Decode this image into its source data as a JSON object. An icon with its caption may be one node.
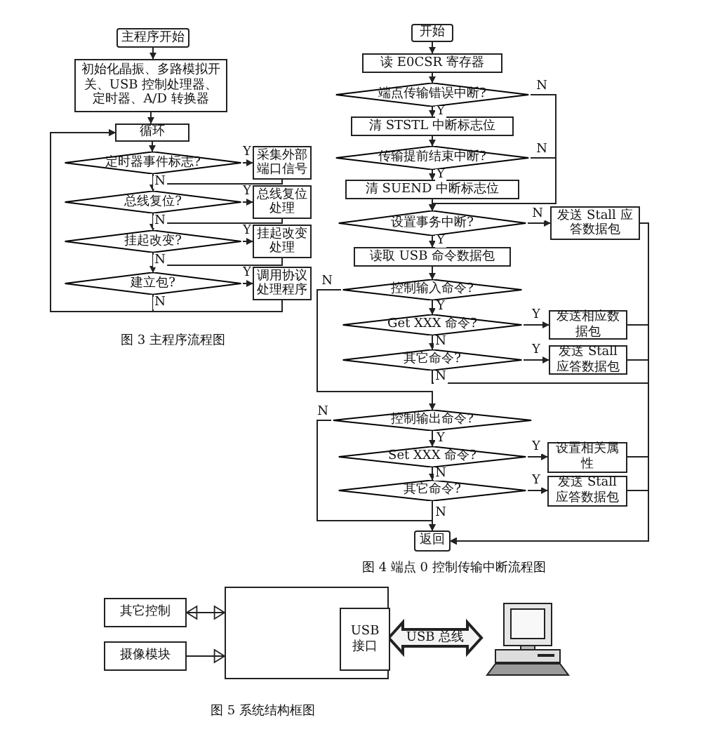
{
  "diagram": {
    "nodes": [
      {
        "text": [
          "主程序开始"
        ]
      },
      {
        "text": [
          "初始化晶振、多路模拟开关、USB 控制处理器、定时器、A/D 转换器"
        ]
      },
      {
        "text": [
          "循环"
        ]
      },
      {
        "text": [
          "定时器事件标志?"
        ]
      },
      {
        "text": [
          "采集外部端口信号"
        ]
      },
      {
        "text": [
          "总线复位?"
        ]
      },
      {
        "text": [
          "总线复位处理"
        ]
      },
      {
        "text": [
          "挂起改变?"
        ]
      },
      {
        "text": [
          "挂起改变处理"
        ]
      },
      {
        "text": [
          "建立包?"
        ]
      },
      {
        "text": [
          "调用协议处理程序"
        ]
      },
      {
        "text": [
          "开始"
        ]
      },
      {
        "text": [
          "读 E0CSR 寄存器"
        ]
      },
      {
        "text": [
          "端点传输错误中断?"
        ]
      },
      {
        "text": [
          "清 STSTL 中断标志位"
        ]
      },
      {
        "text": [
          "传输提前结束中断?"
        ]
      },
      {
        "text": [
          "清 SUEND 中断标志位"
        ]
      },
      {
        "text": [
          "设置事务中断?"
        ]
      },
      {
        "text": [
          "发送 Stall 应答数据包"
        ]
      },
      {
        "text": [
          "读取 USB 命令数据包"
        ]
      },
      {
        "text": [
          "控制输入命令?"
        ]
      },
      {
        "text": [
          "Get XXX 命令?"
        ]
      },
      {
        "text": [
          "发送相应数据包"
        ]
      },
      {
        "text": [
          "其它命令?"
        ]
      },
      {
        "text": [
          "发送 Stall 应答数据包"
        ]
      },
      {
        "text": [
          "控制输出命令?"
        ]
      },
      {
        "text": [
          "Set XXX 命令?"
        ]
      },
      {
        "text": [
          "设置相关属性"
        ]
      },
      {
        "text": [
          "其它命令?"
        ]
      },
      {
        "text": [
          "发送 Stall 应答数据包"
        ]
      },
      {
        "text": [
          "返回"
        ]
      },
      {
        "text": [
          "其它控制"
        ]
      },
      {
        "text": [],
        "shape": "box"
      },
      {
        "text": [
          "USB 接口"
        ],
        "in": 32
      },
      {
        "text": [
          "摄像模块"
        ]
      },
      {
        "text": [],
        "shape": "picture"
      }
    ],
    "edges": [
      {
        "from": 0,
        "to": 1,
        "arrow": "to"
      },
      {
        "from": 1,
        "to": 2,
        "arrow": "to"
      },
      {
        "from": 2,
        "to": 3,
        "arrow": "to"
      },
      {
        "from": 3,
        "to": 4,
        "arrow": "to",
        "label": "Y"
      },
      {
        "from": 3,
        "to": 5,
        "arrow": "to",
        "label": "N"
      },
      {
        "from": 4,
        "to": 5,
        "arrow": "to"
      },
      {
        "from": 5,
        "to": 6,
        "arrow": "to",
        "label": "Y"
      },
      {
        "from": 5,
        "to": 7,
        "arrow": "to",
        "label": "N"
      },
      {
        "from": 6,
        "to": 7,
        "arrow": "to"
      },
      {
        "from": 7,
        "to": 8,
        "arrow": "to",
        "label": "Y"
      },
      {
        "from": 7,
        "to": 9,
        "arrow": "to",
        "label": "N"
      },
      {
        "from": 8,
        "to": 9,
        "arrow": "to"
      },
      {
        "from": 9,
        "to": 10,
        "arrow": "to",
        "label": "Y"
      },
      {
        "from": 9,
        "to": 2,
        "arrow": "to",
        "label": "N"
      },
      {
        "from": 10,
        "to": 2,
        "arrow": "to"
      },
      {
        "from": 11,
        "to": 12,
        "arrow": "to"
      },
      {
        "from": 12,
        "to": 13,
        "arrow": "to"
      },
      {
        "from": 13,
        "to": 14,
        "arrow": "to",
        "label": "Y"
      },
      {
        "from": 13,
        "to": 17,
        "arrow": "to",
        "label": "N"
      },
      {
        "from": 14,
        "to": 15,
        "arrow": "to"
      },
      {
        "from": 15,
        "to": 16,
        "arrow": "to",
        "label": "Y"
      },
      {
        "from": 15,
        "to": 17,
        "arrow": "to",
        "label": "N"
      },
      {
        "from": 16,
        "to": 17,
        "arrow": "to"
      },
      {
        "from": 17,
        "to": 18,
        "arrow": "to",
        "label": "N"
      },
      {
        "from": 17,
        "to": 19,
        "arrow": "to",
        "label": "Y"
      },
      {
        "from": 18,
        "to": 30,
        "arrow": "to"
      },
      {
        "from": 19,
        "to": 20,
        "arrow": "to"
      },
      {
        "from": 20,
        "to": 21,
        "arrow": "to",
        "label": "Y"
      },
      {
        "from": 20,
        "to": 25,
        "arrow": "to",
        "label": "N"
      },
      {
        "from": 21,
        "to": 22,
        "arrow": "to",
        "label": "Y"
      },
      {
        "from": 21,
        "to": 23,
        "arrow": "to",
        "label": "N"
      },
      {
        "from": 22,
        "to": 30,
        "arrow": "to"
      },
      {
        "from": 23,
        "to": 24,
        "arrow": "to",
        "label": "Y"
      },
      {
        "from": 23,
        "to": 30,
        "arrow": "to",
        "label": "N"
      },
      {
        "from": 24,
        "to": 30,
        "arrow": "to"
      },
      {
        "from": 25,
        "to": 26,
        "arrow": "to",
        "label": "Y"
      },
      {
        "from": 25,
        "to": 30,
        "arrow": "to",
        "label": "N"
      },
      {
        "from": 26,
        "to": 27,
        "arrow": "to",
        "label": "Y"
      },
      {
        "from": 26,
        "to": 28,
        "arrow": "to",
        "label": "N"
      },
      {
        "from": 27,
        "to": 30,
        "arrow": "to"
      },
      {
        "from": 28,
        "to": 29,
        "arrow": "to",
        "label": "Y"
      },
      {
        "from": 28,
        "to": 30,
        "arrow": "to",
        "label": "N"
      },
      {
        "from": 29,
        "to": 30,
        "arrow": "to"
      },
      {
        "from": 31,
        "to": 32,
        "arrow": "both"
      },
      {
        "from": 34,
        "to": 32,
        "arrow": "to"
      },
      {
        "from": 33,
        "to": 35,
        "arrow": "both",
        "label": "USB 总线",
        "style": "thick"
      }
    ],
    "labels": [
      "图 3 主程序流程图",
      "图 4 端点 0 控制传输中断流程图",
      "图 5 系统结构框图"
    ]
  }
}
